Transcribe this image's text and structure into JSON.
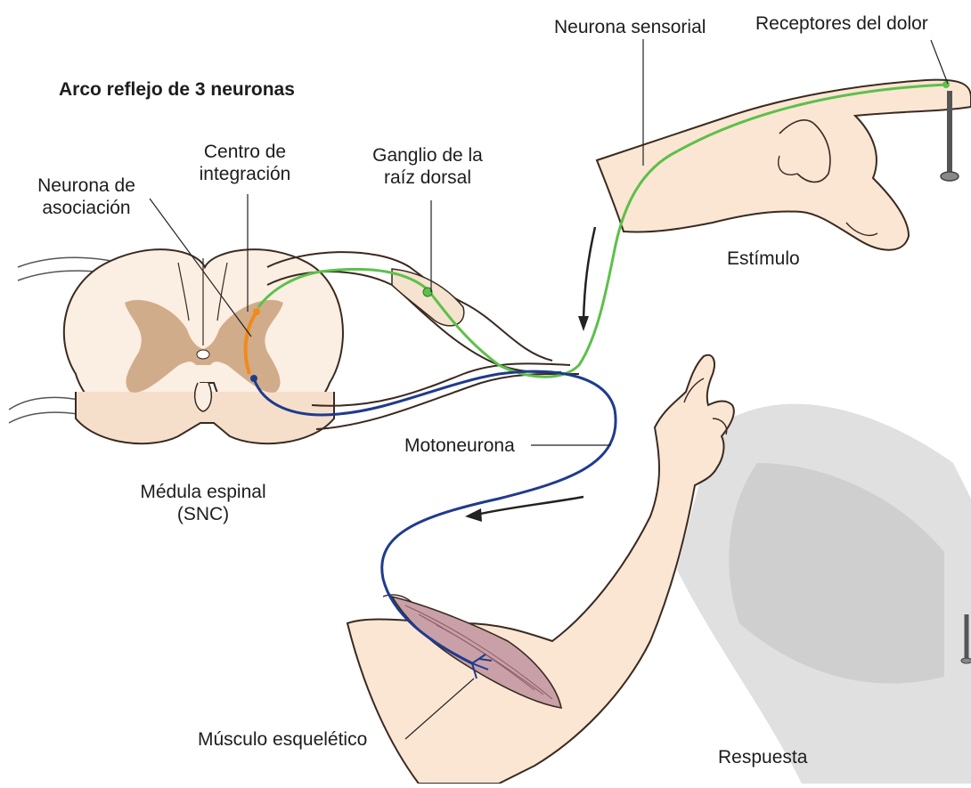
{
  "title": "Arco reflejo de 3 neuronas",
  "labels": {
    "neurona_sensorial": "Neurona sensorial",
    "receptores_dolor": "Receptores del dolor",
    "centro_integracion_1": "Centro de",
    "centro_integracion_2": "integración",
    "ganglio_1": "Ganglio de la",
    "ganglio_2": "raíz dorsal",
    "neurona_asociacion_1": "Neurona de",
    "neurona_asociacion_2": "asociación",
    "estimulo": "Estímulo",
    "motoneurona": "Motoneurona",
    "medula_1": "Médula espinal",
    "medula_2": "(SNC)",
    "musculo": "Músculo esquelético",
    "respuesta": "Respuesta"
  },
  "colors": {
    "sensory": "#5cc04a",
    "motor": "#1f3b8c",
    "association": "#f08a1c",
    "gray_matter": "#c9a07a",
    "skin": "#fbe6d4",
    "skin_outline": "#3a2a20",
    "muscle": "#c9a0a8",
    "shadow": "#cfcfcf"
  }
}
